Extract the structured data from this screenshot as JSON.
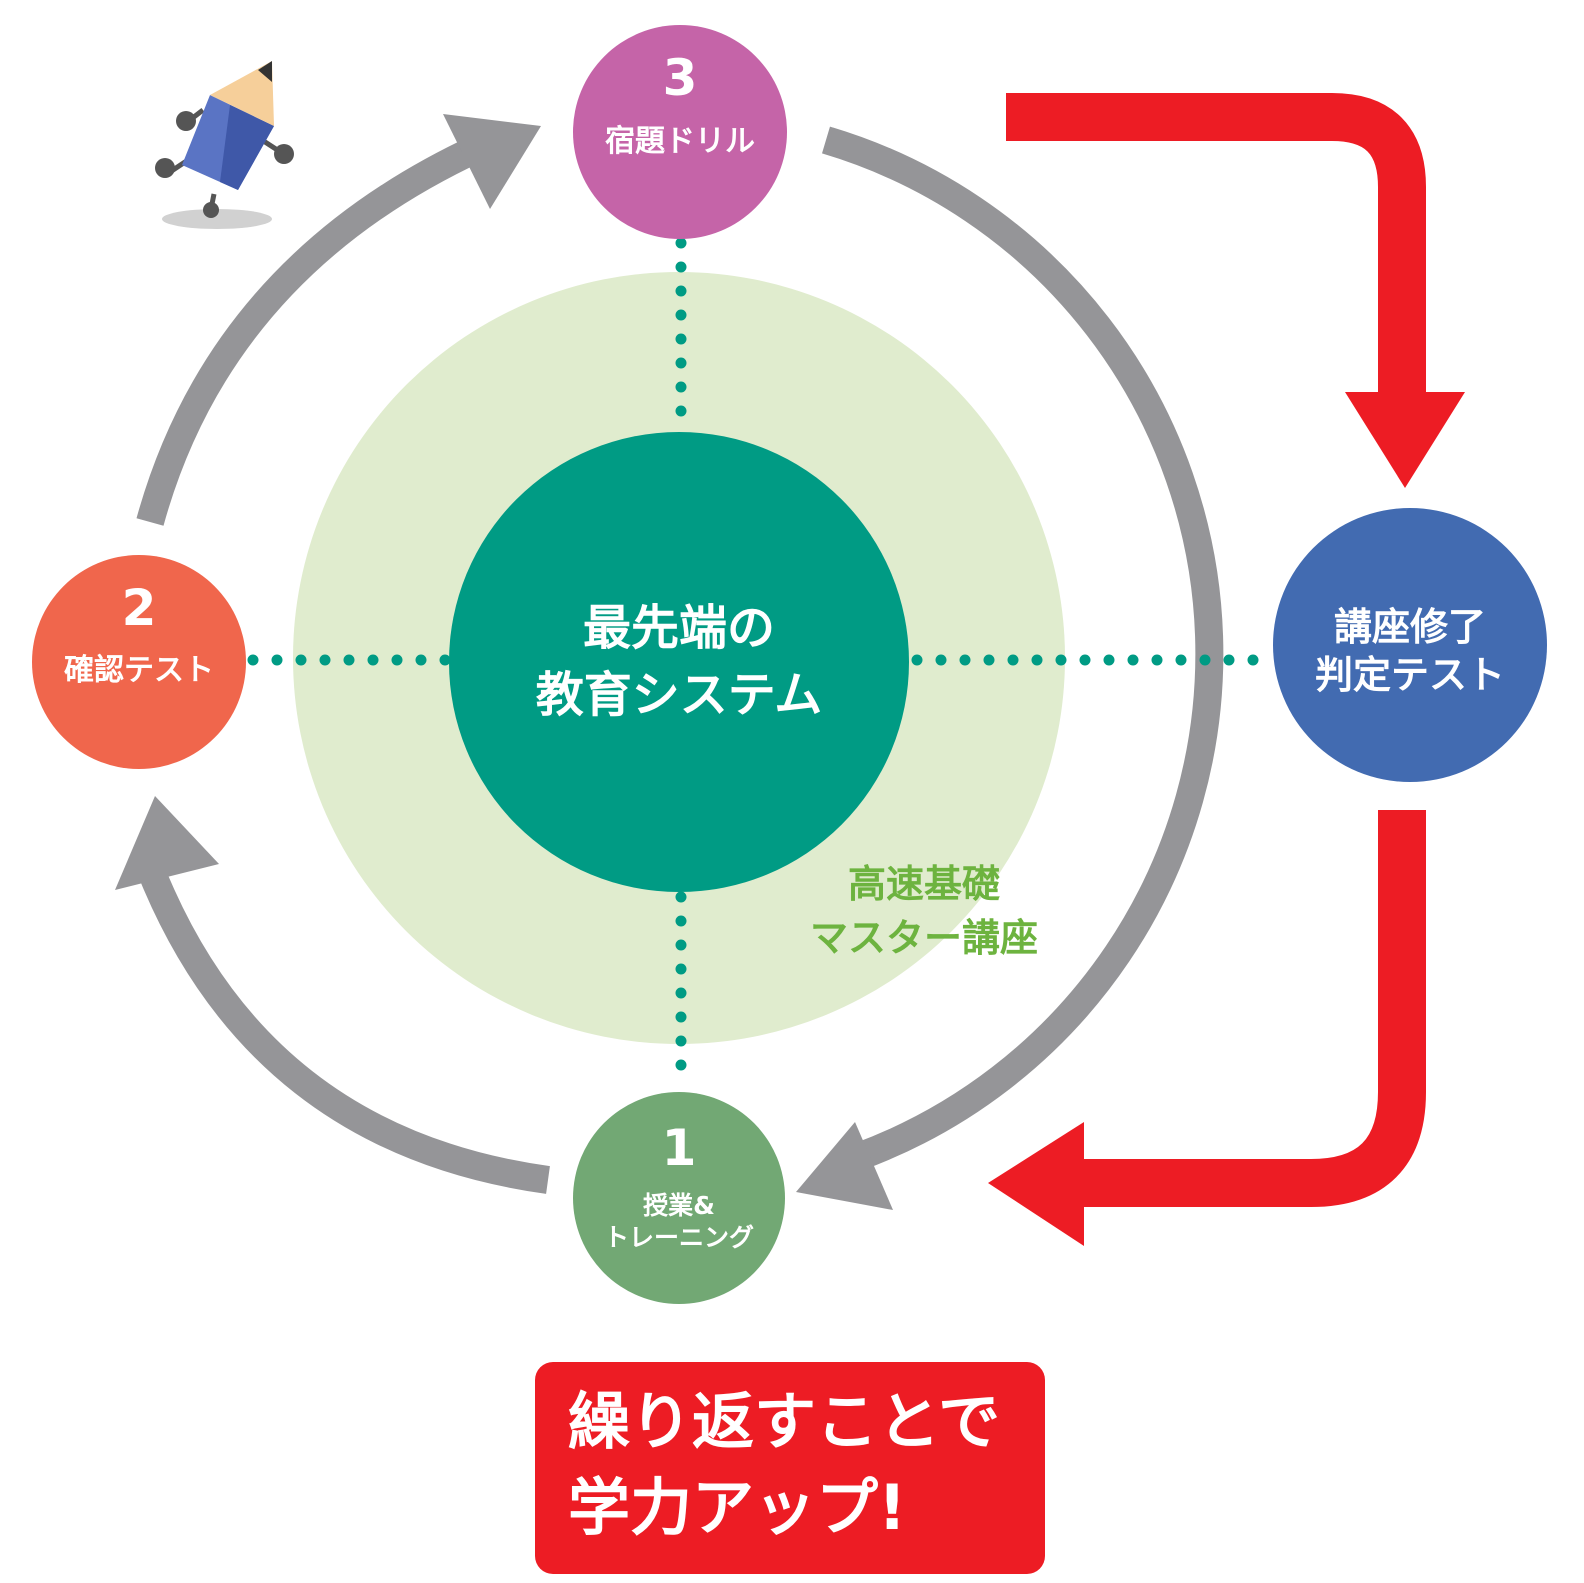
{
  "colors": {
    "cycle_arrow": "#959598",
    "red_arrow": "#ed1c24",
    "inner_halo": "#e0ecce",
    "center_circle": "#009b84",
    "dotted_line": "#009b84",
    "step1": "#72a874",
    "step2": "#f0664c",
    "step3": "#c564a8",
    "completion": "#426bb1",
    "green_label": "#6db33f",
    "banner": "#ed1c24"
  },
  "center": {
    "title_line1": "最先端の",
    "title_line2": "教育システム"
  },
  "halo_label": {
    "line1": "高速基礎",
    "line2": "マスター講座"
  },
  "steps": [
    {
      "number": "1",
      "label_line1": "授業&",
      "label_line2": "トレーニング"
    },
    {
      "number": "2",
      "label_line1": "確認テスト"
    },
    {
      "number": "3",
      "label_line1": "宿題ドリル"
    }
  ],
  "completion": {
    "label_line1": "講座修了",
    "label_line2": "判定テスト"
  },
  "banner": {
    "line1": "繰り返すことで",
    "line2": "学力アップ!"
  },
  "icons": {
    "mascot": "pencil-character-running-icon"
  }
}
